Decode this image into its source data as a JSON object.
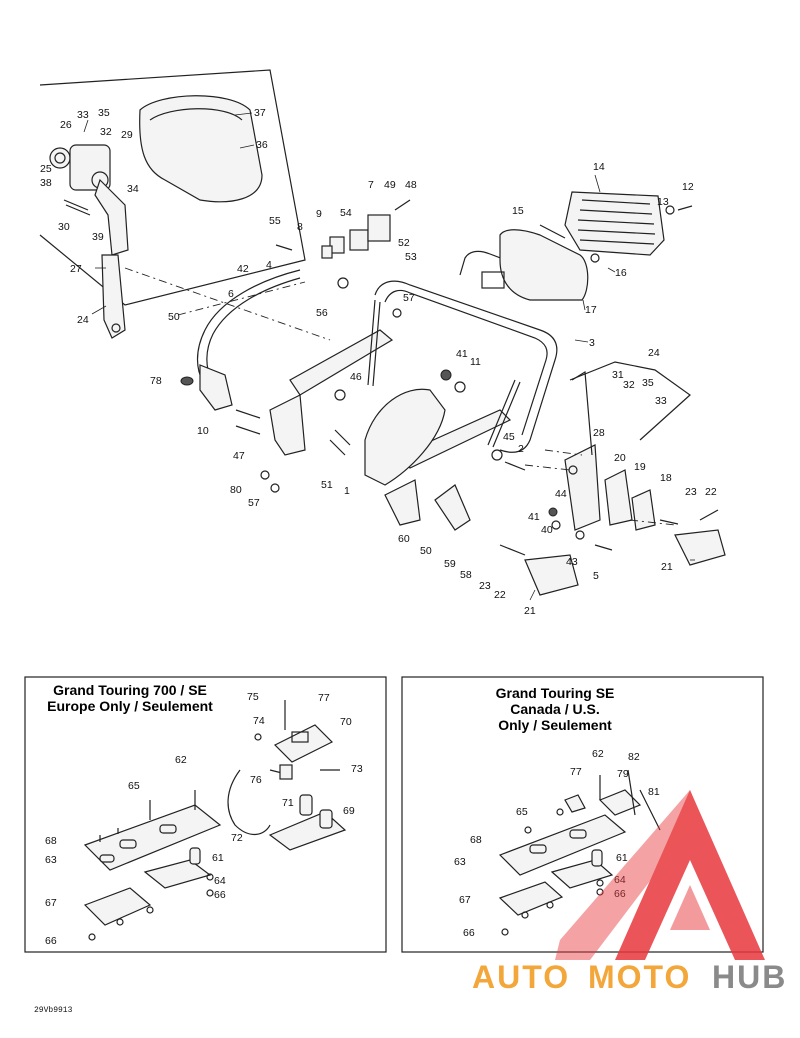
{
  "panels": {
    "left": {
      "title_line1": "Grand Touring 700 / SE",
      "title_line2": "Europe Only / Seulement"
    },
    "right": {
      "title_line1": "Grand Touring SE",
      "title_line2": "Canada / U.S.",
      "title_line3": "Only / Seulement"
    }
  },
  "callouts": {
    "c1": "33",
    "c2": "35",
    "c3": "26",
    "c4": "32",
    "c5": "29",
    "c6": "37",
    "c7": "36",
    "c8": "25",
    "c9": "38",
    "c10": "34",
    "c11": "30",
    "c12": "39",
    "c13": "27",
    "c14": "24",
    "c15": "7",
    "c16": "49",
    "c17": "48",
    "c18": "9",
    "c19": "54",
    "c20": "55",
    "c21": "8",
    "c22": "52",
    "c23": "53",
    "c24": "57",
    "c25": "42",
    "c26": "4",
    "c27": "6",
    "c28": "56",
    "c29": "50",
    "c30": "14",
    "c31": "12",
    "c32": "13",
    "c33": "15",
    "c34": "16",
    "c35": "17",
    "c36": "3",
    "c37": "41",
    "c38": "11",
    "c39": "46",
    "c40": "78",
    "c41": "10",
    "c42": "47",
    "c43": "80",
    "c44": "57",
    "c45": "51",
    "c46": "1",
    "c47": "45",
    "c48": "2",
    "c49": "24",
    "c50": "31",
    "c51": "32",
    "c52": "35",
    "c53": "33",
    "c54": "28",
    "c55": "20",
    "c56": "19",
    "c57": "18",
    "c58": "44",
    "c59": "23",
    "c60": "22",
    "c61": "60",
    "c62": "50",
    "c63": "59",
    "c64": "58",
    "c65": "41",
    "c66": "40",
    "c67": "43",
    "c68": "5",
    "c69": "21",
    "c70": "23",
    "c71": "22",
    "c72": "21",
    "l1": "75",
    "l2": "77",
    "l3": "74",
    "l4": "70",
    "l5": "62",
    "l6": "76",
    "l7": "73",
    "l8": "65",
    "l9": "71",
    "l10": "69",
    "l11": "72",
    "l12": "68",
    "l13": "63",
    "l14": "61",
    "l15": "64",
    "l16": "66",
    "l17": "67",
    "l18": "66",
    "r1": "62",
    "r2": "82",
    "r3": "77",
    "r4": "79",
    "r5": "81",
    "r6": "65",
    "r7": "68",
    "r8": "61",
    "r9": "63",
    "r10": "64",
    "r11": "66",
    "r12": "67",
    "r13": "66"
  },
  "drawing_code": "29Vb9913",
  "watermark": {
    "part1": "AUTO",
    "part2": "MOTO",
    "part3": "HUB",
    "color_red": "#e8383d",
    "color_orange": "#f3a73b",
    "color_gray": "#8a8a8a"
  }
}
